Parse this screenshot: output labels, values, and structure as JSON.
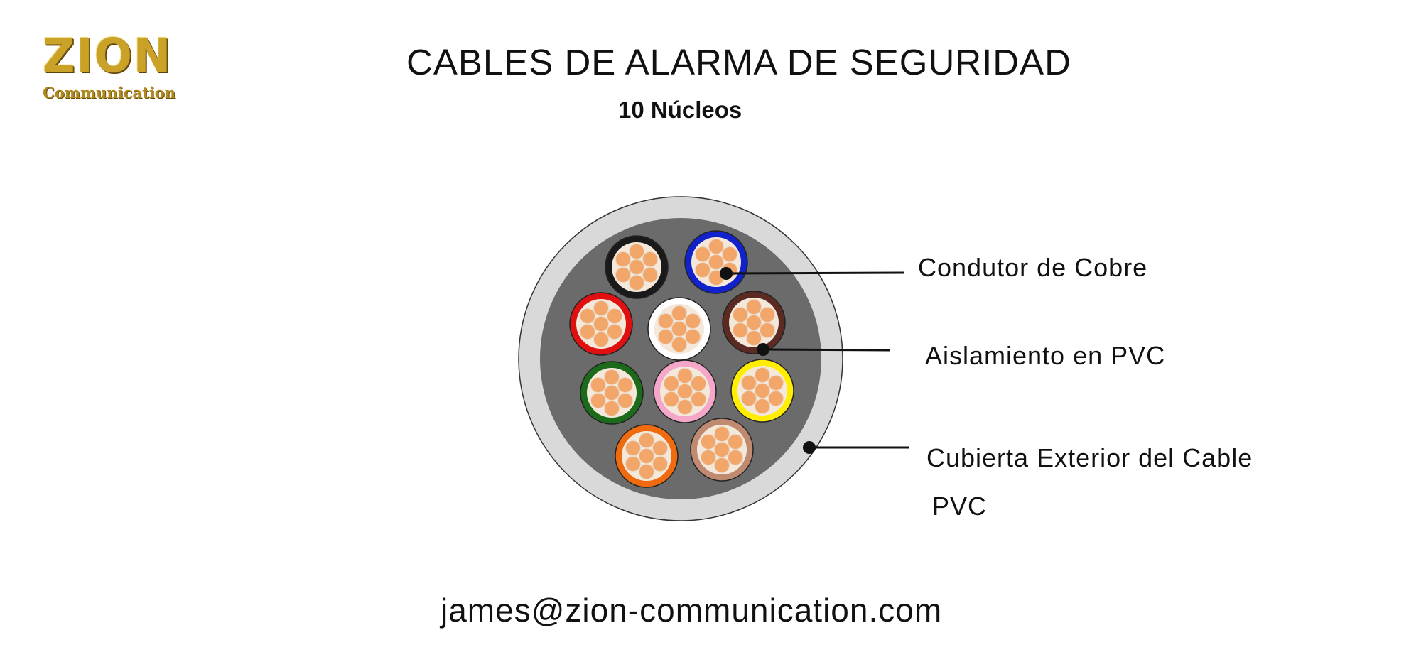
{
  "logo": {
    "mark": "ZION",
    "sub": "Communication"
  },
  "title": "CABLES DE ALARMA DE SEGURIDAD",
  "subtitle": "10 Núcleos",
  "labels": {
    "conductor": "Condutor de  Cobre",
    "insulation": "Aislamiento  en PVC",
    "jacket_line1": "Cubierta Exterior del Cable",
    "jacket_line2": "PVC"
  },
  "email": "james@zion-communication.com",
  "colors": {
    "outer_sheath": "#d9d9d9",
    "filler": "#6b6b6b",
    "copper_strand": "#f2a66a",
    "strand_gap": "#f4e8da",
    "core_insulation": [
      "#1a1a1a",
      "#1122cc",
      "#e01010",
      "#ffffff",
      "#5b2a22",
      "#1b6b1b",
      "#f4a7c8",
      "#ffee00",
      "#f06a10",
      "#c08a70"
    ]
  }
}
